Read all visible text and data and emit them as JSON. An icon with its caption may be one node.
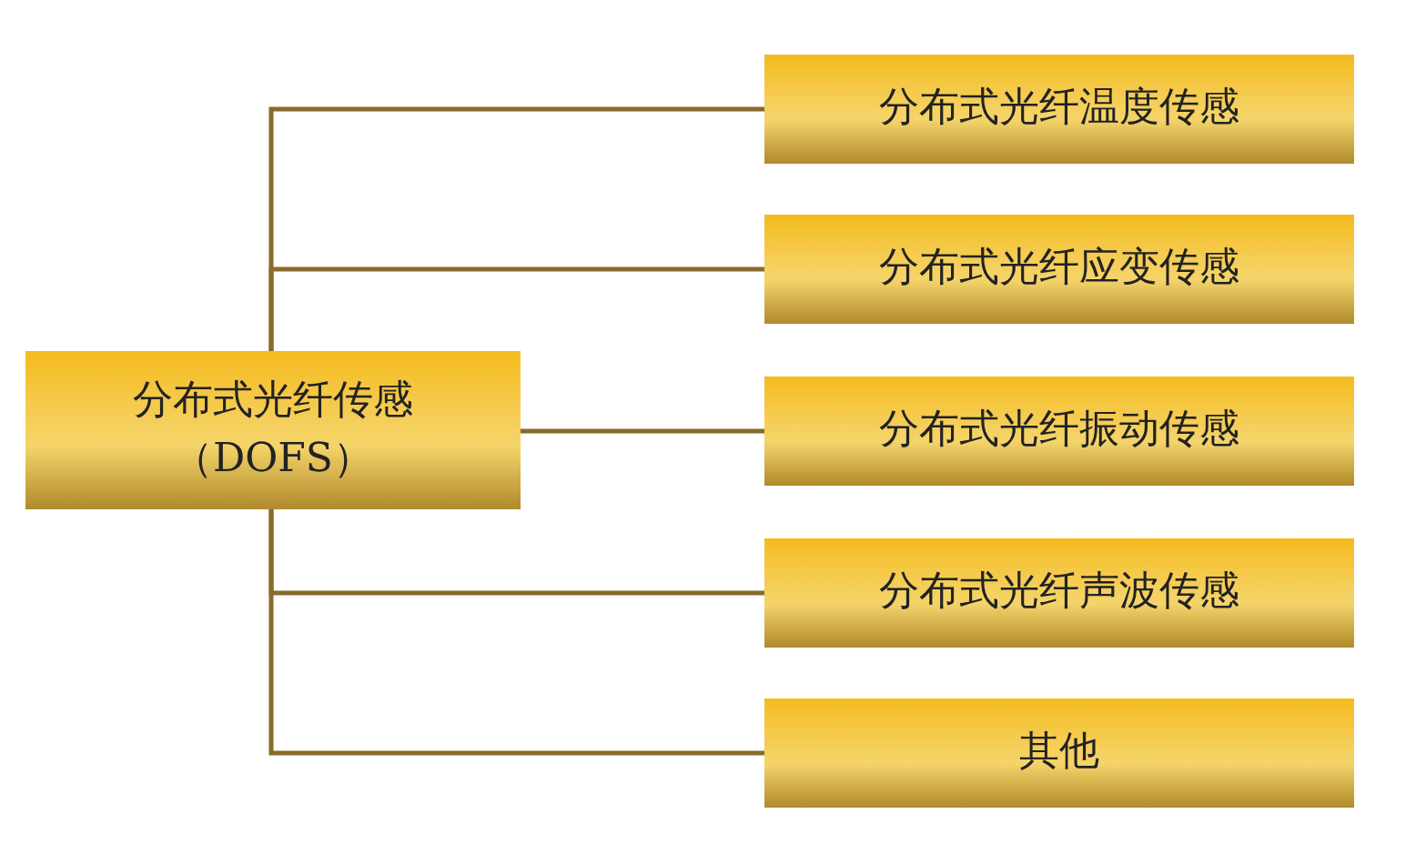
{
  "diagram": {
    "nodes": [
      {
        "text": [
          "分布式光纤传感（DOFS）"
        ]
      },
      {
        "text": [
          "分布式光纤温度传感"
        ]
      },
      {
        "text": [
          "分布式光纤应变传感"
        ]
      },
      {
        "text": [
          "分布式光纤振动传感"
        ]
      },
      {
        "text": [
          "分布式光纤声波传感"
        ]
      },
      {
        "text": [
          "其他"
        ]
      }
    ],
    "edges": [
      {
        "from": 0,
        "to": 1,
        "arrow": "none"
      },
      {
        "from": 0,
        "to": 2,
        "arrow": "none"
      },
      {
        "from": 0,
        "to": 3,
        "arrow": "none"
      },
      {
        "from": 0,
        "to": 4,
        "arrow": "none"
      },
      {
        "from": 0,
        "to": 5,
        "arrow": "none"
      }
    ]
  }
}
